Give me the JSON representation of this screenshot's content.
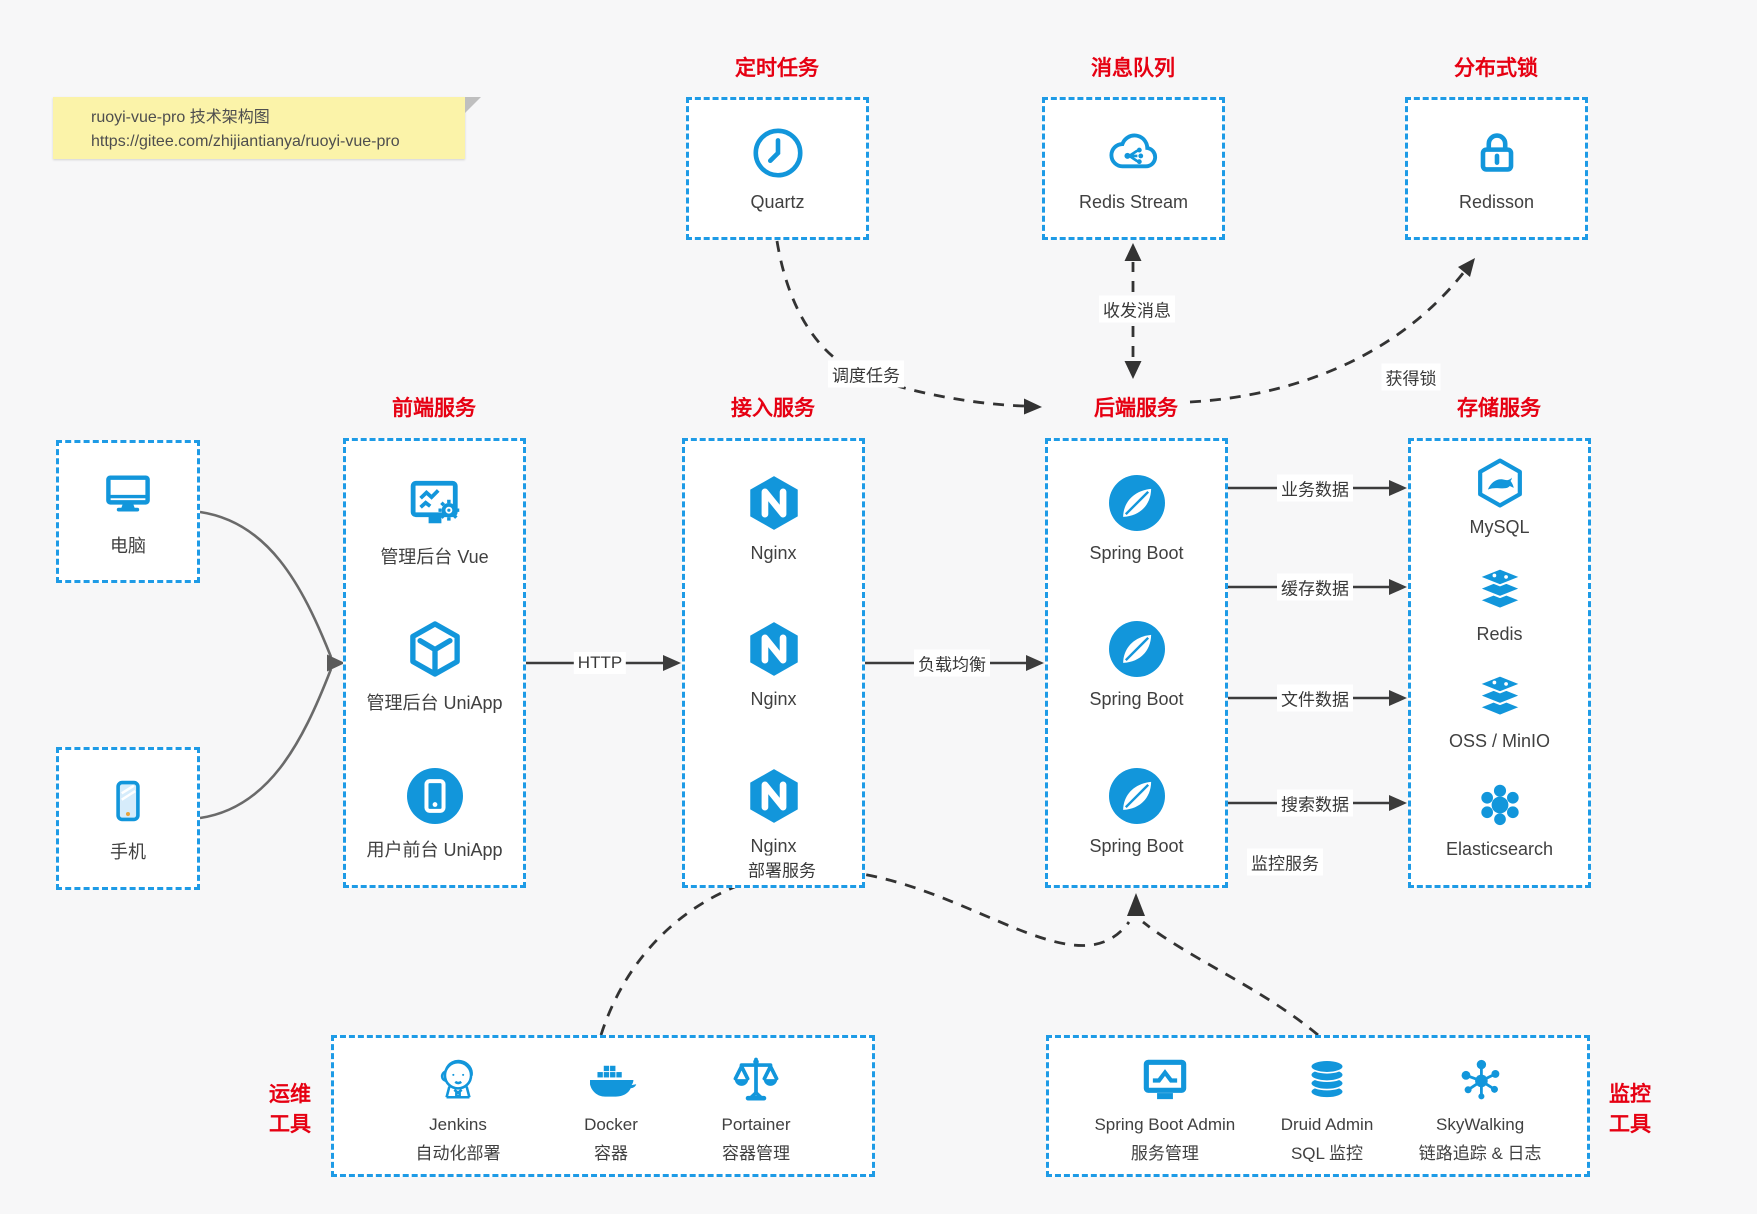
{
  "colors": {
    "background": "#f7f7f8",
    "box_fill": "#ffffff",
    "dashed_border": "#1e9be6",
    "icon_blue": "#1296db",
    "title_red": "#e60012",
    "arrow_dark": "#3c3c3c",
    "arrow_gray": "#6a6a6a",
    "note_yellow": "#fbf3a9"
  },
  "note": {
    "line1": "ruoyi-vue-pro 技术架构图",
    "line2": "https://gitee.com/zhijiantianya/ruoyi-vue-pro"
  },
  "top_groups": [
    {
      "title": "定时任务",
      "node": {
        "label": "Quartz",
        "icon": "clock-icon"
      }
    },
    {
      "title": "消息队列",
      "node": {
        "label": "Redis Stream",
        "icon": "cloud-message-icon"
      }
    },
    {
      "title": "分布式锁",
      "node": {
        "label": "Redisson",
        "icon": "lock-icon"
      }
    }
  ],
  "clients": [
    {
      "label": "电脑",
      "icon": "desktop-icon"
    },
    {
      "label": "手机",
      "icon": "smartphone-icon"
    }
  ],
  "columns": [
    {
      "title": "前端服务",
      "items": [
        {
          "label": "管理后台 Vue",
          "icon": "admin-screen-icon"
        },
        {
          "label": "管理后台 UniApp",
          "icon": "cube-icon"
        },
        {
          "label": "用户前台 UniApp",
          "icon": "mobile-app-icon"
        }
      ]
    },
    {
      "title": "接入服务",
      "items": [
        {
          "label": "Nginx",
          "icon": "nginx-icon"
        },
        {
          "label": "Nginx",
          "icon": "nginx-icon"
        },
        {
          "label": "Nginx",
          "icon": "nginx-icon"
        }
      ]
    },
    {
      "title": "后端服务",
      "items": [
        {
          "label": "Spring Boot",
          "icon": "spring-leaf-icon"
        },
        {
          "label": "Spring Boot",
          "icon": "spring-leaf-icon"
        },
        {
          "label": "Spring Boot",
          "icon": "spring-leaf-icon"
        }
      ]
    },
    {
      "title": "存储服务",
      "items": [
        {
          "label": "MySQL",
          "icon": "mysql-dolphin-icon"
        },
        {
          "label": "Redis",
          "icon": "layer-stack-icon"
        },
        {
          "label": "OSS / MinIO",
          "icon": "layer-stack-icon"
        },
        {
          "label": "Elasticsearch",
          "icon": "cluster-icon"
        }
      ]
    }
  ],
  "bottom_groups": [
    {
      "title": "运维工具",
      "items": [
        {
          "label": "Jenkins",
          "sub": "自动化部署",
          "icon": "jenkins-icon"
        },
        {
          "label": "Docker",
          "sub": "容器",
          "icon": "docker-whale-icon"
        },
        {
          "label": "Portainer",
          "sub": "容器管理",
          "icon": "scales-icon"
        }
      ]
    },
    {
      "title": "监控工具",
      "items": [
        {
          "label": "Spring Boot Admin",
          "sub": "服务管理",
          "icon": "monitor-chart-icon"
        },
        {
          "label": "Druid Admin",
          "sub": "SQL 监控",
          "icon": "database-icon"
        },
        {
          "label": "SkyWalking",
          "sub": "链路追踪 & 日志",
          "icon": "topology-icon"
        }
      ]
    }
  ],
  "edges": {
    "http": "HTTP",
    "load_balance": "负载均衡",
    "schedule": "调度任务",
    "messaging": "收发消息",
    "lock": "获得锁",
    "business_data": "业务数据",
    "cache_data": "缓存数据",
    "file_data": "文件数据",
    "search_data": "搜索数据",
    "deploy": "部署服务",
    "monitor": "监控服务"
  }
}
